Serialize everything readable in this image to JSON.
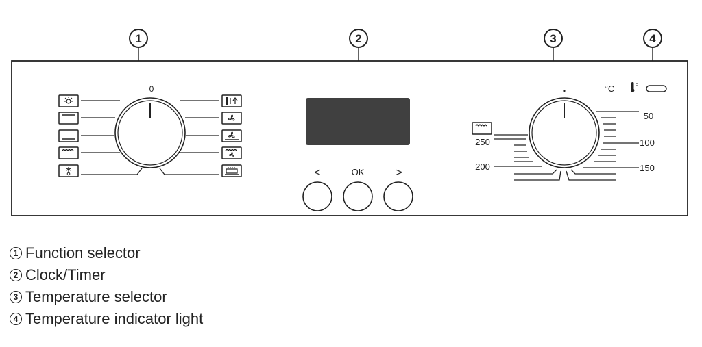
{
  "callouts": {
    "c1": "1",
    "c2": "2",
    "c3": "3",
    "c4": "4"
  },
  "function_selector": {
    "zero_mark": "0"
  },
  "clock_timer": {
    "buttons": {
      "left": "<",
      "ok": "OK",
      "right": ">"
    }
  },
  "temperature_selector": {
    "unit": "°C",
    "dot": "•",
    "scale": {
      "t50": "50",
      "t100": "100",
      "t150": "150",
      "t200": "200",
      "t250": "250"
    }
  },
  "legend": [
    {
      "num": "1",
      "text": "Function selector"
    },
    {
      "num": "2",
      "text": "Clock/Timer"
    },
    {
      "num": "3",
      "text": "Temperature selector"
    },
    {
      "num": "4",
      "text": "Temperature indicator light"
    }
  ],
  "colors": {
    "display": "#404040",
    "line": "#222222"
  }
}
